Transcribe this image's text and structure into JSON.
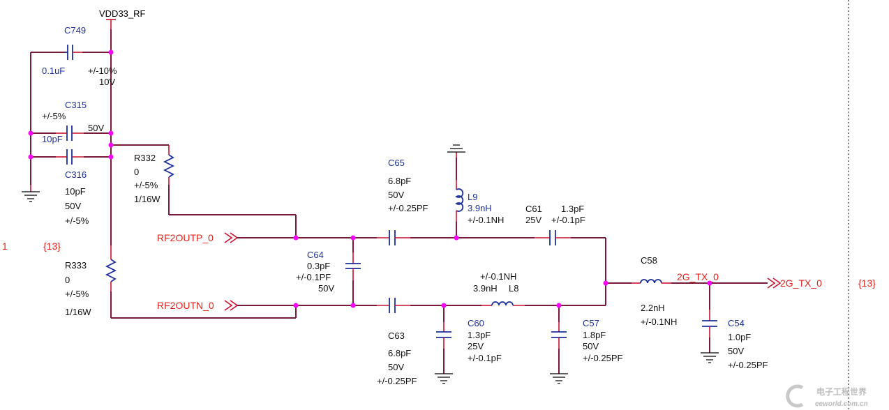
{
  "power": {
    "name": "VDD33_RF"
  },
  "components": {
    "C749": {
      "ref": "C749",
      "value": "0.1uF",
      "tol": "+/-10%",
      "voltage": "10V"
    },
    "C315": {
      "ref": "C315",
      "value": "10pF",
      "tol": "+/-5%",
      "voltage": "50V"
    },
    "C316": {
      "ref": "C316",
      "value": "10pF",
      "voltage": "50V",
      "tol": "+/-5%"
    },
    "R332": {
      "ref": "R332",
      "value": "0",
      "tol": "+/-5%",
      "power": "1/16W"
    },
    "R333": {
      "ref": "R333",
      "value": "0",
      "tol": "+/-5%",
      "power": "1/16W"
    },
    "C65": {
      "ref": "C65",
      "value": "6.8pF",
      "voltage": "50V",
      "tol": "+/-0.25PF"
    },
    "L9": {
      "ref": "L9",
      "value": "3.9nH",
      "tol": "+/-0.1NH"
    },
    "C61": {
      "ref": "C61",
      "value": "1.3pF",
      "voltage": "25V",
      "tol": "+/-0.1pF"
    },
    "C64": {
      "ref": "C64",
      "value": "0.3pF",
      "tol": "+/-0.1PF",
      "voltage": "50V"
    },
    "L8": {
      "ref": "L8",
      "value": "3.9nH",
      "tol": "+/-0.1NH"
    },
    "C63": {
      "ref": "C63",
      "value": "6.8pF",
      "voltage": "50V",
      "tol": "+/-0.25PF"
    },
    "C60": {
      "ref": "C60",
      "value": "1.3pF",
      "voltage": "25V",
      "tol": "+/-0.1pF"
    },
    "C57": {
      "ref": "C57",
      "value": "1.8pF",
      "voltage": "50V",
      "tol": "+/-0.25PF"
    },
    "C58": {
      "ref": "C58",
      "value": "2.2nH",
      "tol": "+/-0.1NH"
    },
    "C54": {
      "ref": "C54",
      "value": "1.0pF",
      "voltage": "50V",
      "tol": "+/-0.25PF"
    }
  },
  "ports": {
    "rf2outp": "RF2OUTP_0",
    "rf2outn": "RF2OUTN_0",
    "out": "2G_TX_0",
    "net": "2G_TX_0",
    "page_ref_left": "{13}",
    "page_ref_right": "{13}",
    "sheet_num": "1"
  },
  "watermark": {
    "cn": "电子工程世界",
    "url": "eeworld.com.cn"
  },
  "colors": {
    "wire": "#7a1a3a",
    "component": "#1b2e9c",
    "pin": "#c8102e",
    "junction": "#ff00ff",
    "port": "#e0201a"
  }
}
